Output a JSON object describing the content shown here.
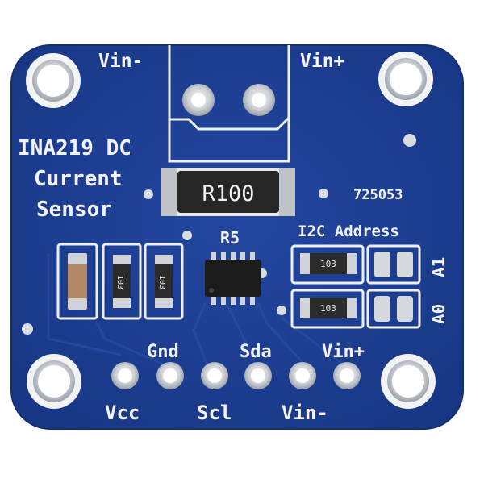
{
  "board": {
    "colors": {
      "pcb": "#1c3f93",
      "pcb_edge": "#16357d",
      "silkscreen": "#f4f4f8",
      "pad_silver": "#cfd3d8",
      "ic_body": "#1a1a1a",
      "resistor_body": "#2b2b2b"
    },
    "title_line1": "INA219 DC",
    "title_line2": "Current",
    "title_line3": "Sensor",
    "code": "725053",
    "terminal_left": "Vin-",
    "terminal_right": "Vin+",
    "shunt_label": "R100",
    "ic_label": "R5",
    "i2c_label": "I2C Address",
    "addr_a1": "A1",
    "addr_a0": "A0",
    "smd_resistor_1": "103",
    "smd_resistor_2": "103",
    "smd_resistor_3": "103",
    "smd_resistor_4": "103",
    "pin_top_1": "Gnd",
    "pin_top_2": "Sda",
    "pin_top_3": "Vin+",
    "pin_bottom_1": "Vcc",
    "pin_bottom_2": "Scl",
    "pin_bottom_3": "Vin-"
  }
}
